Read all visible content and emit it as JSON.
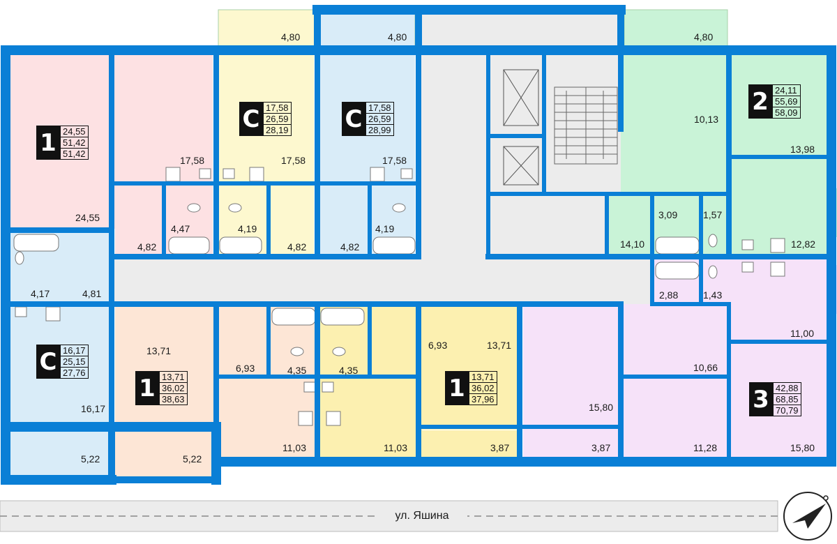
{
  "floor_plan": {
    "apartments": [
      {
        "id": "apt-1-nw",
        "rooms": "1",
        "areas": [
          "24,55",
          "51,42",
          "51,42"
        ],
        "color": "#fde1e3"
      },
      {
        "id": "apt-c-1",
        "rooms": "С",
        "areas": [
          "17,58",
          "26,59",
          "28,19"
        ],
        "color": "#fdf8cf"
      },
      {
        "id": "apt-c-2",
        "rooms": "С",
        "areas": [
          "17,58",
          "26,59",
          "28,99"
        ],
        "color": "#d9ecf8"
      },
      {
        "id": "apt-2",
        "rooms": "2",
        "areas": [
          "24,11",
          "55,69",
          "58,09"
        ],
        "color": "#c9f3d7"
      },
      {
        "id": "apt-c-3",
        "rooms": "С",
        "areas": [
          "16,17",
          "25,15",
          "27,76"
        ],
        "color": "#d9ecf8"
      },
      {
        "id": "apt-1-s1",
        "rooms": "1",
        "areas": [
          "13,71",
          "36,02",
          "38,63"
        ],
        "color": "#fde6d6"
      },
      {
        "id": "apt-1-s2",
        "rooms": "1",
        "areas": [
          "13,71",
          "36,02",
          "37,96"
        ],
        "color": "#fcf0b0"
      },
      {
        "id": "apt-3",
        "rooms": "3",
        "areas": [
          "42,88",
          "68,85",
          "70,79"
        ],
        "color": "#f6e2f9"
      }
    ],
    "room_labels": [
      "4,80",
      "4,80",
      "4,80",
      "17,58",
      "17,58",
      "17,58",
      "24,55",
      "4,47",
      "4,19",
      "4,19",
      "4,82",
      "4,82",
      "4,82",
      "10,13",
      "13,98",
      "3,09",
      "1,57",
      "14,10",
      "12,82",
      "4,17",
      "4,81",
      "16,17",
      "5,22",
      "13,71",
      "6,93",
      "4,35",
      "4,35",
      "6,93",
      "13,71",
      "5,22",
      "11,03",
      "11,03",
      "3,87",
      "2,88",
      "1,43",
      "11,00",
      "10,66",
      "15,80",
      "3,87",
      "11,28",
      "15,80"
    ],
    "street": "ул. Яшина",
    "colors": {
      "wall": "#0a7fd6",
      "corridor": "#ececec"
    }
  }
}
